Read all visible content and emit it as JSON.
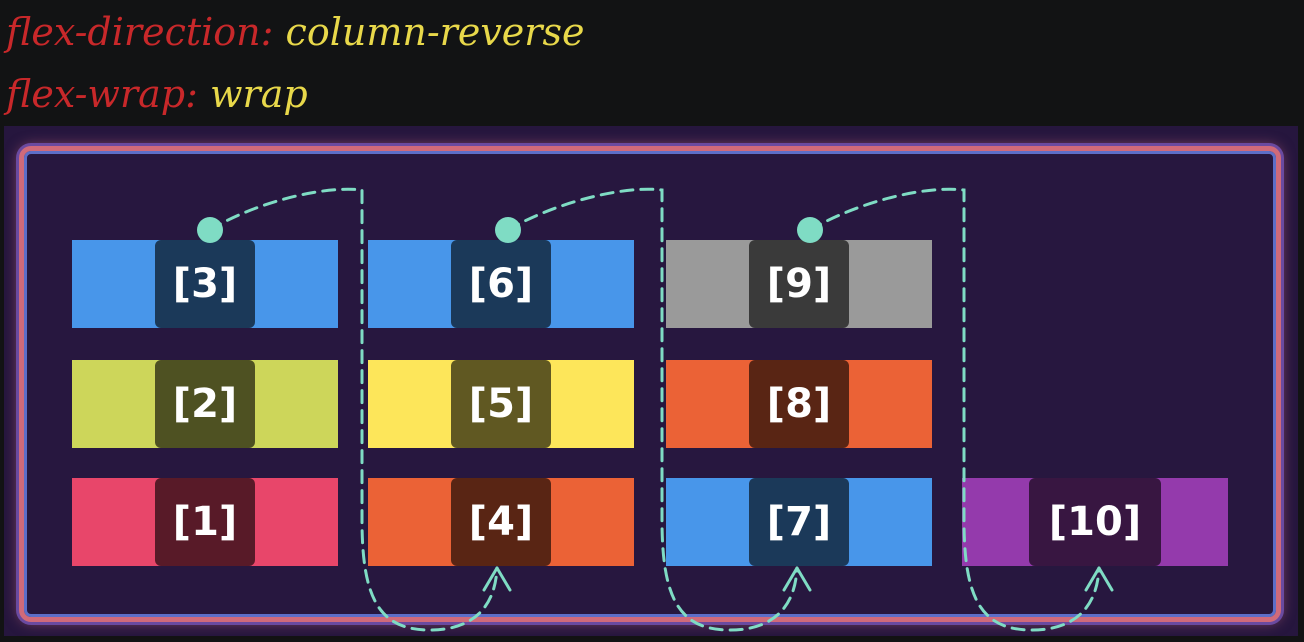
{
  "code": {
    "direction_prop": "flex-direction:",
    "direction_val": "column-reverse",
    "wrap_prop": "flex-wrap:",
    "wrap_val": "wrap"
  },
  "items": [
    {
      "label": "[1]",
      "color": "#e8466a"
    },
    {
      "label": "[2]",
      "color": "#cdd65a"
    },
    {
      "label": "[3]",
      "color": "#4896ea"
    },
    {
      "label": "[4]",
      "color": "#eb6236"
    },
    {
      "label": "[5]",
      "color": "#fde65a"
    },
    {
      "label": "[6]",
      "color": "#4896ea"
    },
    {
      "label": "[7]",
      "color": "#4896ea"
    },
    {
      "label": "[8]",
      "color": "#eb6236"
    },
    {
      "label": "[9]",
      "color": "#9a9a9a"
    },
    {
      "label": "[10]",
      "color": "#943aac"
    }
  ],
  "colors": {
    "background": "#121314",
    "stage": "#26163e",
    "container_border": "#d06a7a",
    "flow_arrow": "#7fdcc4"
  }
}
